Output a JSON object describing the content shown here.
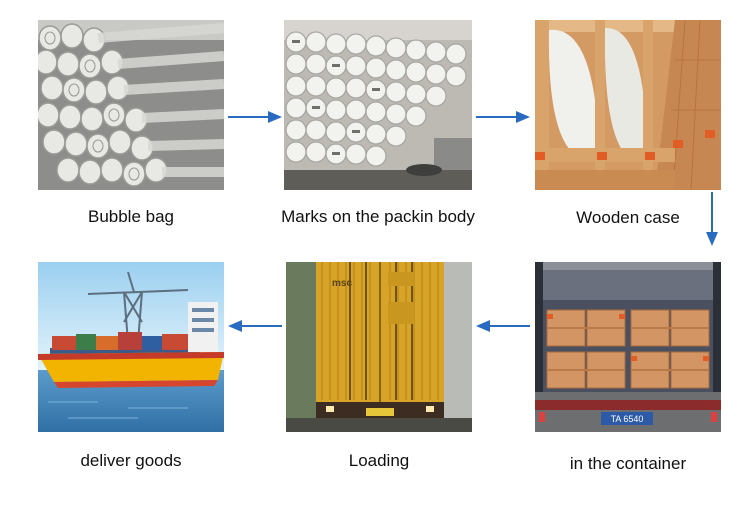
{
  "steps": [
    {
      "id": "bubble-bag",
      "label": "Bubble bag"
    },
    {
      "id": "marks",
      "label": "Marks on the packin body"
    },
    {
      "id": "wooden-case",
      "label": "Wooden case"
    },
    {
      "id": "in-container",
      "label": "in the container"
    },
    {
      "id": "loading",
      "label": "Loading"
    },
    {
      "id": "deliver",
      "label": "deliver goods"
    }
  ],
  "photo_text": {
    "container_brand": "msc",
    "plate": "TA 6540"
  },
  "colors": {
    "arrow": "#2a6bc2",
    "container": "#d8a428",
    "wood": "#cc8a4d",
    "ship_hull": "#f2b400",
    "sea": "#3d7fb8"
  },
  "icons": {
    "flow_arrow": "arrow-right-icon"
  }
}
